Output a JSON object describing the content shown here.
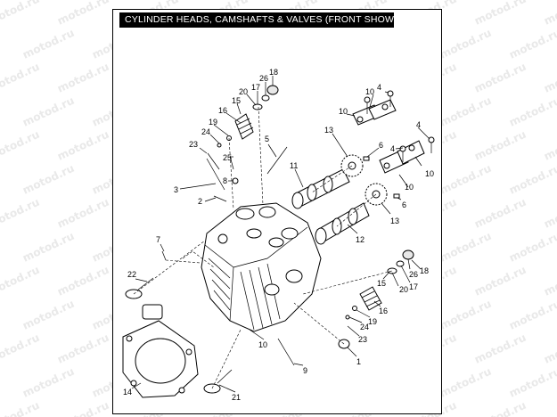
{
  "title": "CYLINDER HEADS, CAMSHAFTS & VALVES (FRONT SHOWN)",
  "watermark": "motod.ru",
  "callouts": [
    {
      "id": "c-18-top",
      "text": "18"
    },
    {
      "id": "c-26-top",
      "text": "26"
    },
    {
      "id": "c-17-top",
      "text": "17"
    },
    {
      "id": "c-20-top",
      "text": "20"
    },
    {
      "id": "c-15-top",
      "text": "15"
    },
    {
      "id": "c-16-top",
      "text": "16"
    },
    {
      "id": "c-19-top",
      "text": "19"
    },
    {
      "id": "c-24-top",
      "text": "24"
    },
    {
      "id": "c-23-top",
      "text": "23"
    },
    {
      "id": "c-25",
      "text": "25"
    },
    {
      "id": "c-8",
      "text": "8"
    },
    {
      "id": "c-3",
      "text": "3"
    },
    {
      "id": "c-2",
      "text": "2"
    },
    {
      "id": "c-5",
      "text": "5"
    },
    {
      "id": "c-11",
      "text": "11"
    },
    {
      "id": "c-13-top",
      "text": "13"
    },
    {
      "id": "c-10-a",
      "text": "10"
    },
    {
      "id": "c-4-a",
      "text": "4"
    },
    {
      "id": "c-10-b",
      "text": "10"
    },
    {
      "id": "c-6-a",
      "text": "6"
    },
    {
      "id": "c-4-b",
      "text": "4"
    },
    {
      "id": "c-4-c",
      "text": "4"
    },
    {
      "id": "c-10-c",
      "text": "10"
    },
    {
      "id": "c-10-d",
      "text": "10"
    },
    {
      "id": "c-6-b",
      "text": "6"
    },
    {
      "id": "c-13-bot",
      "text": "13"
    },
    {
      "id": "c-12",
      "text": "12"
    },
    {
      "id": "c-7",
      "text": "7"
    },
    {
      "id": "c-22",
      "text": "22"
    },
    {
      "id": "c-26-bot",
      "text": "26"
    },
    {
      "id": "c-18-bot",
      "text": "18"
    },
    {
      "id": "c-15-bot",
      "text": "15"
    },
    {
      "id": "c-20-bot",
      "text": "20"
    },
    {
      "id": "c-17-bot",
      "text": "17"
    },
    {
      "id": "c-16-bot",
      "text": "16"
    },
    {
      "id": "c-19-bot",
      "text": "19"
    },
    {
      "id": "c-24-bot",
      "text": "24"
    },
    {
      "id": "c-23-bot",
      "text": "23"
    },
    {
      "id": "c-10-e",
      "text": "10"
    },
    {
      "id": "c-1",
      "text": "1"
    },
    {
      "id": "c-9",
      "text": "9"
    },
    {
      "id": "c-14",
      "text": "14"
    },
    {
      "id": "c-21",
      "text": "21"
    }
  ]
}
